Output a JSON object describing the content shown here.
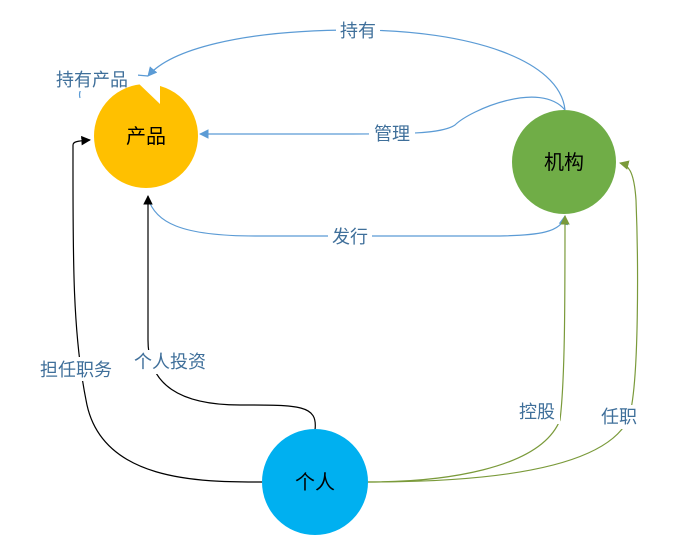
{
  "nodes": {
    "product": {
      "label": "产品",
      "color": "#FFC000"
    },
    "institution": {
      "label": "机构",
      "color": "#70AD47"
    },
    "individual": {
      "label": "个人",
      "color": "#00B0F0"
    }
  },
  "edges": {
    "hold_top": {
      "label": "持有",
      "color": "#5B9BD5"
    },
    "hold_product": {
      "label": "持有产品",
      "color": "#5B9BD5"
    },
    "manage": {
      "label": "管理",
      "color": "#5B9BD5"
    },
    "issue": {
      "label": "发行",
      "color": "#5B9BD5"
    },
    "serve_position": {
      "label": "担任职务",
      "color": "#000000"
    },
    "personal_invest": {
      "label": "个人投资",
      "color": "#000000"
    },
    "control_share": {
      "label": "控股",
      "color": "#7A9A3A"
    },
    "employment": {
      "label": "任职",
      "color": "#7A9A3A"
    }
  }
}
